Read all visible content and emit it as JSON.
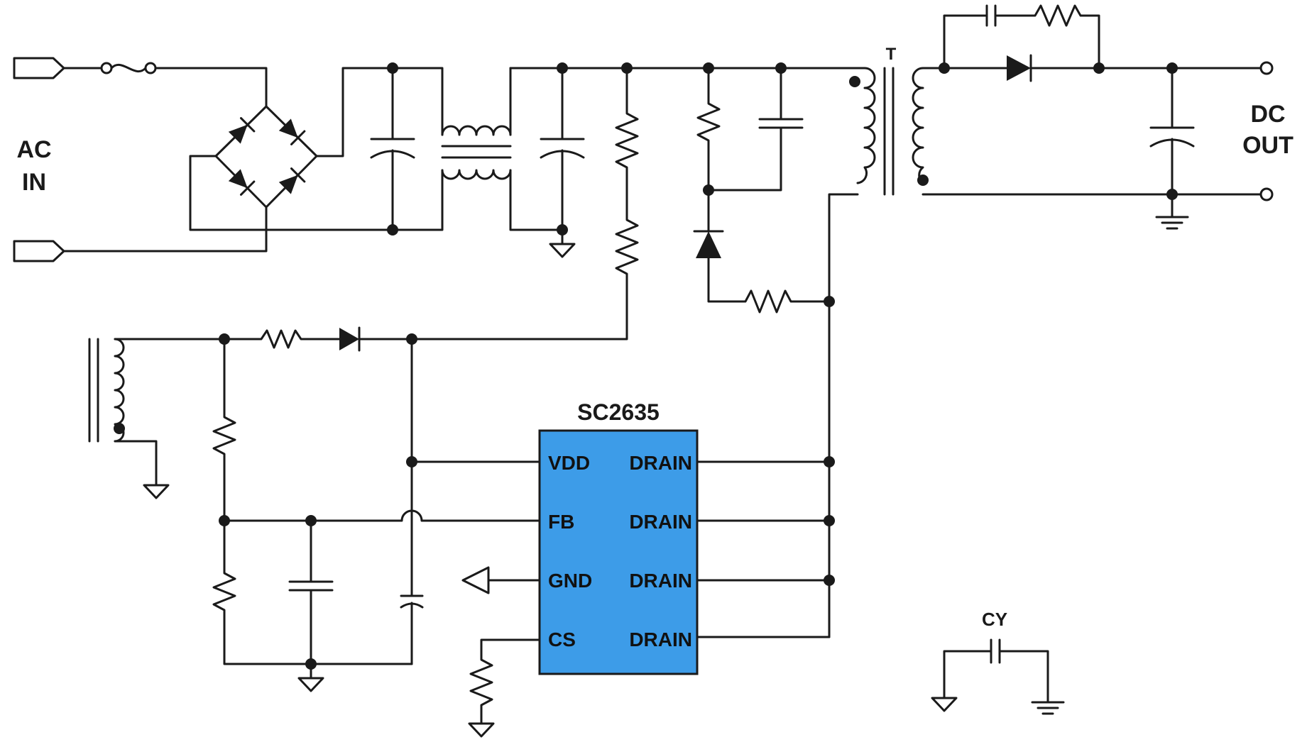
{
  "diagram": {
    "type": "flyback power supply schematic",
    "colors": {
      "wire": "#1a1a1a",
      "ic_fill": "#3d9ce8",
      "ic_border": "#1a1a1a",
      "background": "#ffffff"
    },
    "labels": {
      "input_top": "AC",
      "input_bottom": "IN",
      "output_top": "DC",
      "output_bottom": "OUT",
      "transformer": "T",
      "y_capacitor": "CY"
    },
    "ic": {
      "name": "SC2635",
      "left_pins": [
        "VDD",
        "FB",
        "GND",
        "CS"
      ],
      "right_pins": [
        "DRAIN",
        "DRAIN",
        "DRAIN",
        "DRAIN"
      ]
    }
  }
}
